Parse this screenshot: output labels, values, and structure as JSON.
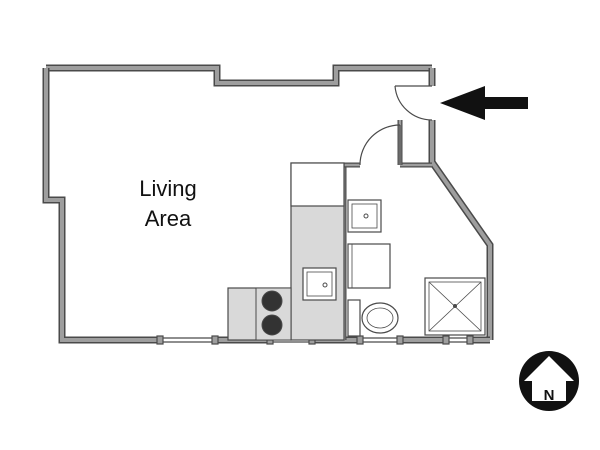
{
  "plan": {
    "rooms": [
      {
        "id": "living-area",
        "label_line1": "Living",
        "label_line2": "Area"
      }
    ],
    "compass": {
      "letter": "N"
    },
    "entrance_arrow": {
      "icon": "arrow-left-icon"
    },
    "colors": {
      "wall_fill": "#9e9e9e",
      "wall_stroke": "#4a4a4a",
      "counter": "#d9d9d9",
      "background": "#ffffff",
      "ink": "#111111"
    }
  }
}
